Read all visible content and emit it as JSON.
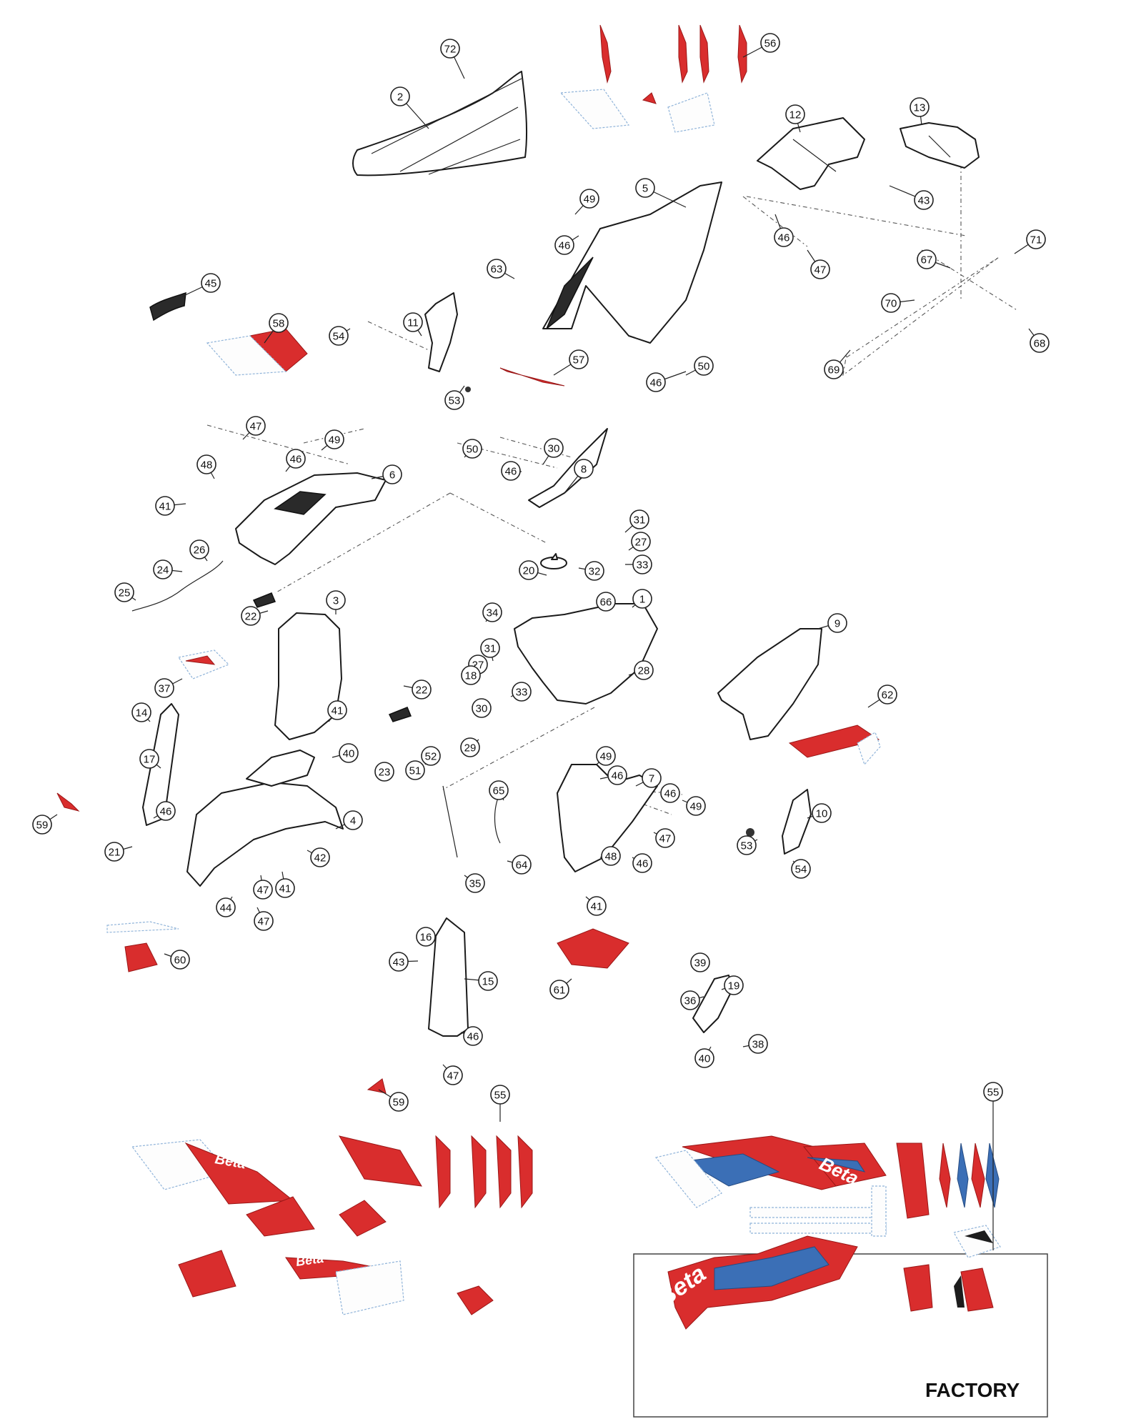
{
  "diagram": {
    "factory_label": "FACTORY",
    "brand_text": "Beta",
    "colors": {
      "decal_red": "#d92d2d",
      "decal_blue": "#3b6fb6",
      "decal_green": "#2f8f3a",
      "outline": "#1a1a1a"
    },
    "callouts": [
      "72",
      "2",
      "56",
      "12",
      "13",
      "5",
      "49",
      "46",
      "43",
      "45",
      "63",
      "46",
      "47",
      "58",
      "54",
      "11",
      "57",
      "46",
      "50",
      "53",
      "67",
      "71",
      "70",
      "68",
      "69",
      "47",
      "49",
      "48",
      "46",
      "6",
      "41",
      "50",
      "30",
      "46",
      "8",
      "26",
      "24",
      "25",
      "31",
      "20",
      "32",
      "27",
      "33",
      "66",
      "1",
      "22",
      "3",
      "34",
      "31",
      "27",
      "28",
      "33",
      "18",
      "30",
      "29",
      "9",
      "37",
      "22",
      "62",
      "14",
      "41",
      "17",
      "40",
      "23",
      "52",
      "51",
      "49",
      "46",
      "7",
      "65",
      "46",
      "49",
      "59",
      "46",
      "4",
      "21",
      "47",
      "47",
      "42",
      "64",
      "48",
      "10",
      "53",
      "54",
      "46",
      "41",
      "35",
      "41",
      "44",
      "47",
      "60",
      "16",
      "43",
      "15",
      "61",
      "39",
      "19",
      "36",
      "46",
      "47",
      "40",
      "38",
      "59",
      "55",
      "55"
    ]
  }
}
